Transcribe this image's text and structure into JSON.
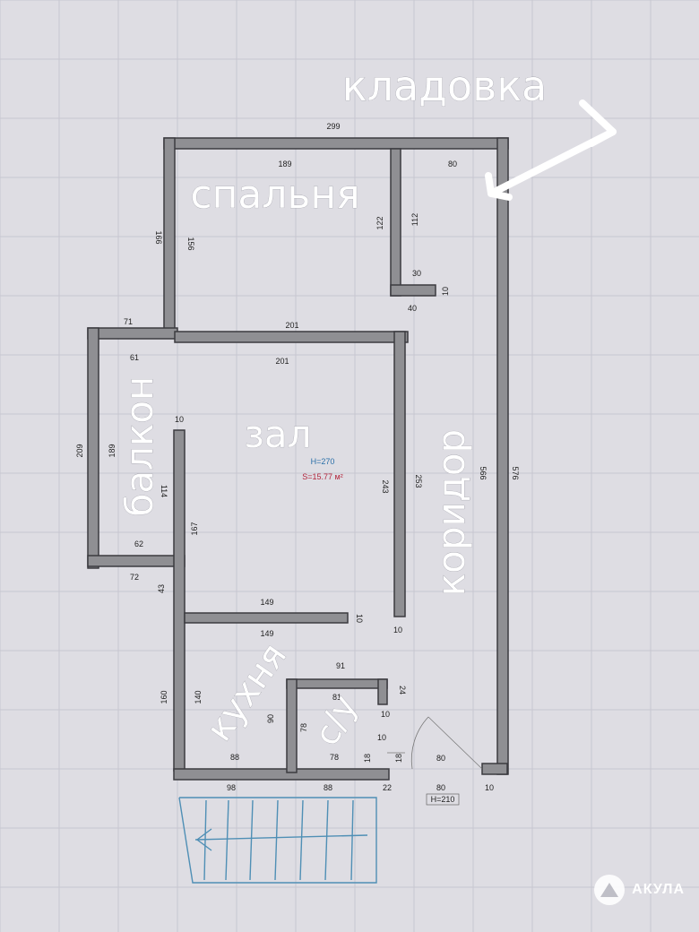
{
  "rooms": {
    "storage": "кладовка",
    "bedroom": "спальня",
    "hall": "зал",
    "balcony": "балкон",
    "corridor": "коридор",
    "kitchen": "кухня",
    "bathroom": "с/у"
  },
  "annotations": {
    "ceiling_height": "H=270",
    "area": "S=15.77 м²",
    "door_height": "H=210"
  },
  "dimensions": {
    "top_total": "299",
    "bedroom_width": "189",
    "storage_width": "80",
    "bedroom_height": "156",
    "bedroom_outer": "166",
    "storage_height_a": "122",
    "storage_height_b": "112",
    "storage_d30": "30",
    "storage_d10": "10",
    "storage_d40": "40",
    "balcony_top": "71",
    "hall_top": "201",
    "hall_inner_top": "201",
    "balcony_inner_top": "61",
    "balcony_outer": "209",
    "balcony_inner": "189",
    "balcony_partial": "114",
    "balcony_bottom": "62",
    "balcony_bottom_outer": "72",
    "partition_top": "10",
    "partition_height": "167",
    "hall_height_inner": "243",
    "hall_height_outer": "253",
    "corridor_inner": "566",
    "corridor_outer": "576",
    "gap_43": "43",
    "kitchen_top_outer": "149",
    "kitchen_top_inner": "149",
    "kitchen_wall_10": "10",
    "hall_wall_10": "10",
    "bath_top_outer": "91",
    "bath_top_inner": "81",
    "bath_right_24": "24",
    "bath_right_10": "10",
    "kitchen_left_outer": "160",
    "kitchen_left_inner": "140",
    "kitchen_inner_90": "90",
    "bath_left_78": "78",
    "bath_door_10": "10",
    "bath_door_18a": "18",
    "bath_door_18b": "18",
    "kitchen_bottom_inner": "88",
    "bath_bottom_inner": "78",
    "corridor_bottom_80a": "80",
    "kitchen_bottom_outer": "98",
    "bath_bottom_outer": "88",
    "bottom_22": "22",
    "corridor_bottom_80b": "80",
    "corridor_bottom_10": "10"
  },
  "logo": {
    "text": "АКУЛА",
    "icon": "shark-mountain-icon"
  },
  "colors": {
    "background": "#dedde3",
    "wall": "#8f8f93",
    "label": "#ffffff",
    "stairs": "#4f8fb5"
  }
}
